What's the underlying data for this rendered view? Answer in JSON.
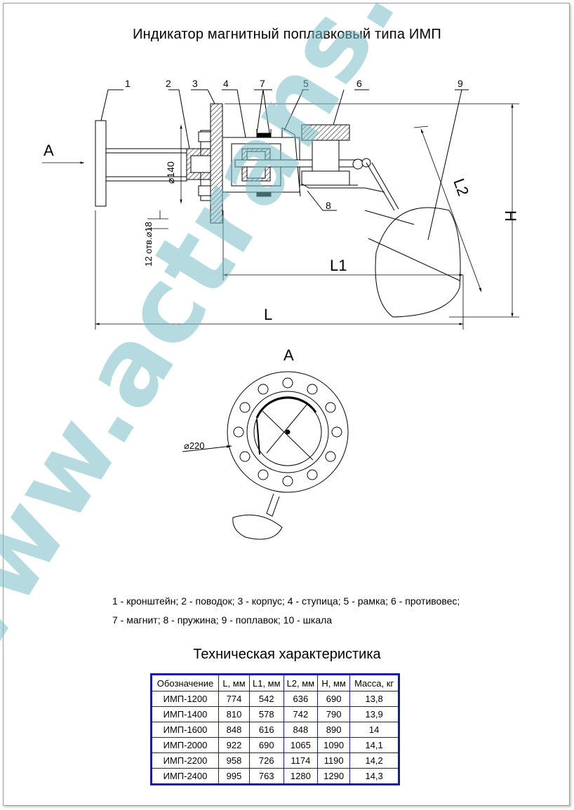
{
  "title": "Индикатор магнитный поплавковый типа ИМП",
  "callouts": [
    "1",
    "2",
    "3",
    "4",
    "7",
    "5",
    "6",
    "9",
    "8"
  ],
  "dimensions": {
    "arrow_view": "А",
    "diameter_140": "⌀140",
    "holes": "12 отв.⌀18",
    "L": "L",
    "L1": "L1",
    "L2": "L2",
    "H": "H",
    "view_label": "А",
    "diameter_220": "⌀220"
  },
  "legend": {
    "line1": "1 - кронштейн; 2 - поводок; 3 - корпус; 4 - ступица; 5 - рамка; 6 - противовес;",
    "line2": "7 - магнит; 8 - пружина; 9 - поплавок; 10 - шкала"
  },
  "table": {
    "title": "Техническая характеристика",
    "headers": [
      "Обозначение",
      "L, мм",
      "L1, мм",
      "L2, мм",
      "H, мм",
      "Масса, кг"
    ],
    "rows": [
      [
        "ИМП-1200",
        "774",
        "542",
        "636",
        "690",
        "13,8"
      ],
      [
        "ИМП-1400",
        "810",
        "578",
        "742",
        "790",
        "13,9"
      ],
      [
        "ИМП-1600",
        "848",
        "616",
        "848",
        "890",
        "14"
      ],
      [
        "ИМП-2000",
        "922",
        "690",
        "1065",
        "1090",
        "14,1"
      ],
      [
        "ИМП-2200",
        "958",
        "726",
        "1174",
        "1190",
        "14,2"
      ],
      [
        "ИМП-2400",
        "995",
        "763",
        "1280",
        "1290",
        "14,3"
      ]
    ]
  },
  "watermark": "www.actrans.ru",
  "colors": {
    "table_border": "#1a1aa0",
    "watermark": "#78bec8"
  }
}
